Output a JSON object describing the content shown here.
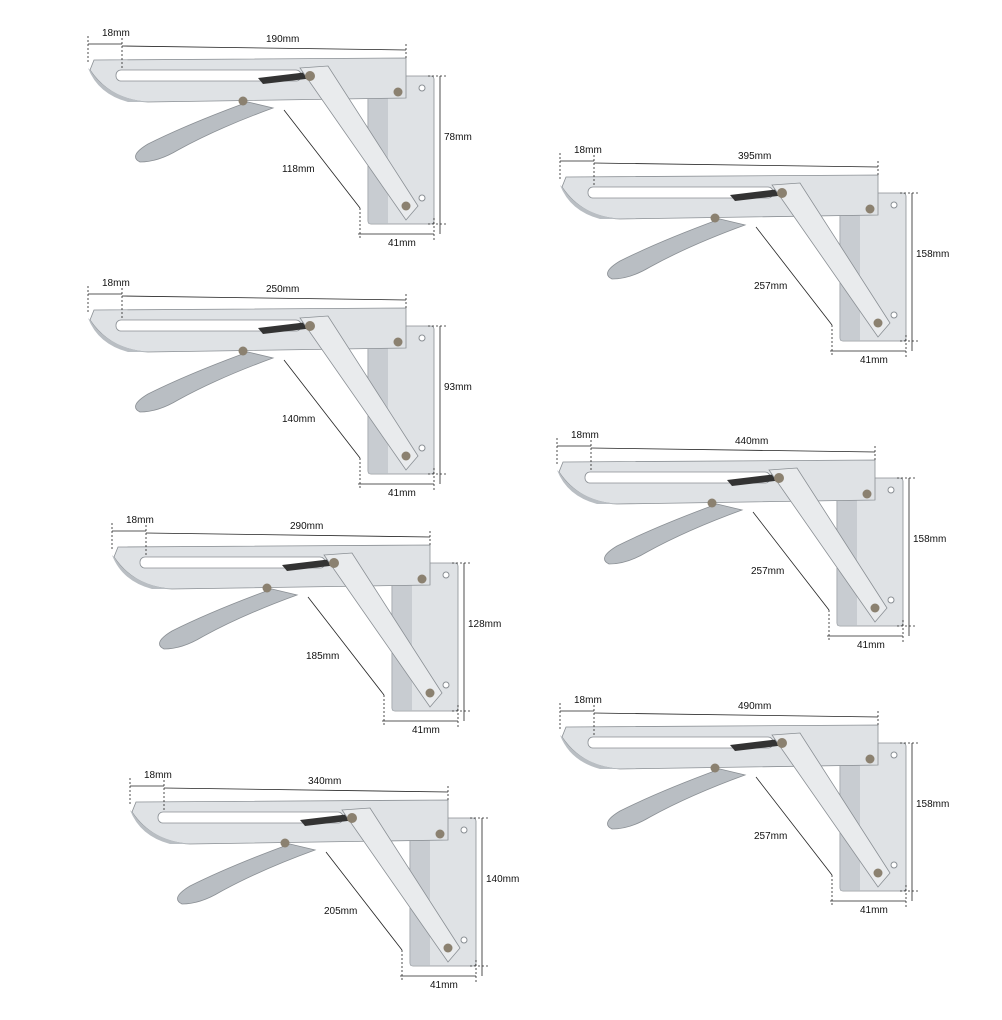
{
  "brackets": [
    {
      "id": "190",
      "offset_label": "18mm",
      "length_label": "190mm",
      "height_label": "78mm",
      "strut_label": "118mm",
      "width_label": "41mm"
    },
    {
      "id": "395",
      "offset_label": "18mm",
      "length_label": "395mm",
      "height_label": "158mm",
      "strut_label": "257mm",
      "width_label": "41mm"
    },
    {
      "id": "250",
      "offset_label": "18mm",
      "length_label": "250mm",
      "height_label": "93mm",
      "strut_label": "140mm",
      "width_label": "41mm"
    },
    {
      "id": "440",
      "offset_label": "18mm",
      "length_label": "440mm",
      "height_label": "158mm",
      "strut_label": "257mm",
      "width_label": "41mm"
    },
    {
      "id": "290",
      "offset_label": "18mm",
      "length_label": "290mm",
      "height_label": "128mm",
      "strut_label": "185mm",
      "width_label": "41mm"
    },
    {
      "id": "490",
      "offset_label": "18mm",
      "length_label": "490mm",
      "height_label": "158mm",
      "strut_label": "257mm",
      "width_label": "41mm"
    },
    {
      "id": "340",
      "offset_label": "18mm",
      "length_label": "340mm",
      "height_label": "140mm",
      "strut_label": "205mm",
      "width_label": "41mm"
    }
  ],
  "colors": {
    "metal": "#dfe2e5",
    "metal_dark": "#b9bec3",
    "edge": "#8a8f94",
    "rivet": "#8b8170"
  }
}
